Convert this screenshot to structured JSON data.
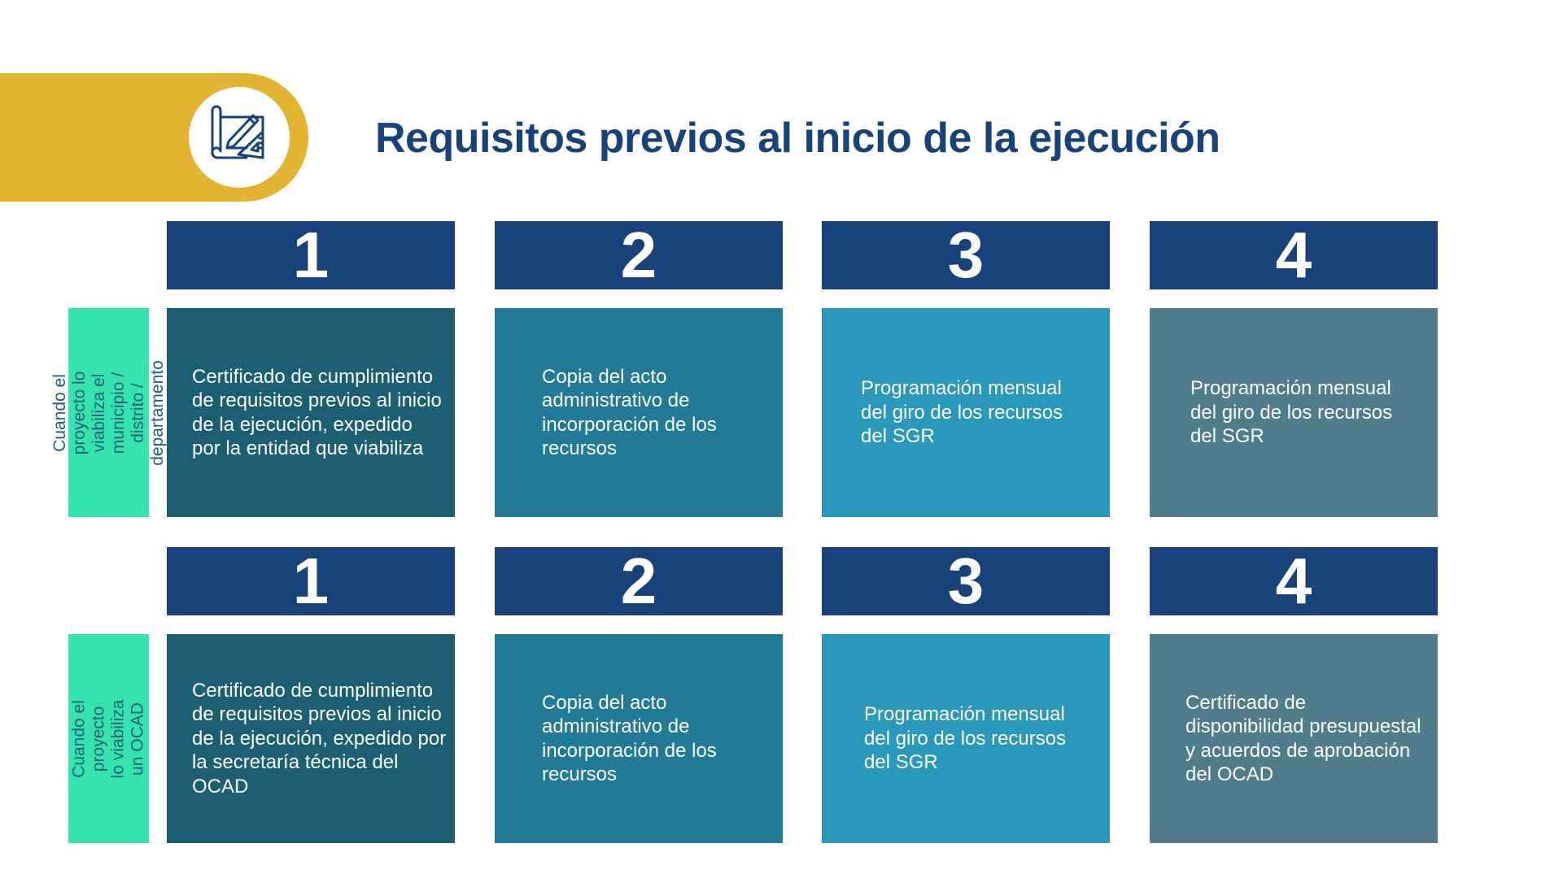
{
  "title": "Requisitos previos al inicio de la ejecución",
  "header_icon": "blueprint-pencil-ruler-icon",
  "colors": {
    "yellow": "#e2b431",
    "navy": "#17427a",
    "green": "#34e3ae",
    "col1": "#1c5f73",
    "col2": "#217b96",
    "col3": "#2a98ba",
    "col4": "#4f7d8c"
  },
  "rows": [
    {
      "label": "Cuando el proyecto lo viabiliza el municipio / distrito / departamento",
      "steps": [
        {
          "number": "1",
          "text": "Certificado de cumplimiento de requisitos previos al inicio de la ejecución, expedido por la entidad que viabiliza"
        },
        {
          "number": "2",
          "text": "Copia del acto administrativo de incorporación de los recursos"
        },
        {
          "number": "3",
          "text": "Programación mensual del giro de los recursos del SGR"
        },
        {
          "number": "4",
          "text": "Programación mensual del giro de los recursos del SGR"
        }
      ]
    },
    {
      "label": "Cuando el proyecto lo viabiliza un OCAD",
      "steps": [
        {
          "number": "1",
          "text": "Certificado de cumplimiento de requisitos previos al inicio de la ejecución, expedido por la secretaría técnica del OCAD"
        },
        {
          "number": "2",
          "text": "Copia del acto administrativo de incorporación de los recursos"
        },
        {
          "number": "3",
          "text": "Programación mensual del giro de los recursos del SGR"
        },
        {
          "number": "4",
          "text": "Certificado de disponibilidad presupuestal  y acuerdos de aprobación del OCAD"
        }
      ]
    }
  ]
}
